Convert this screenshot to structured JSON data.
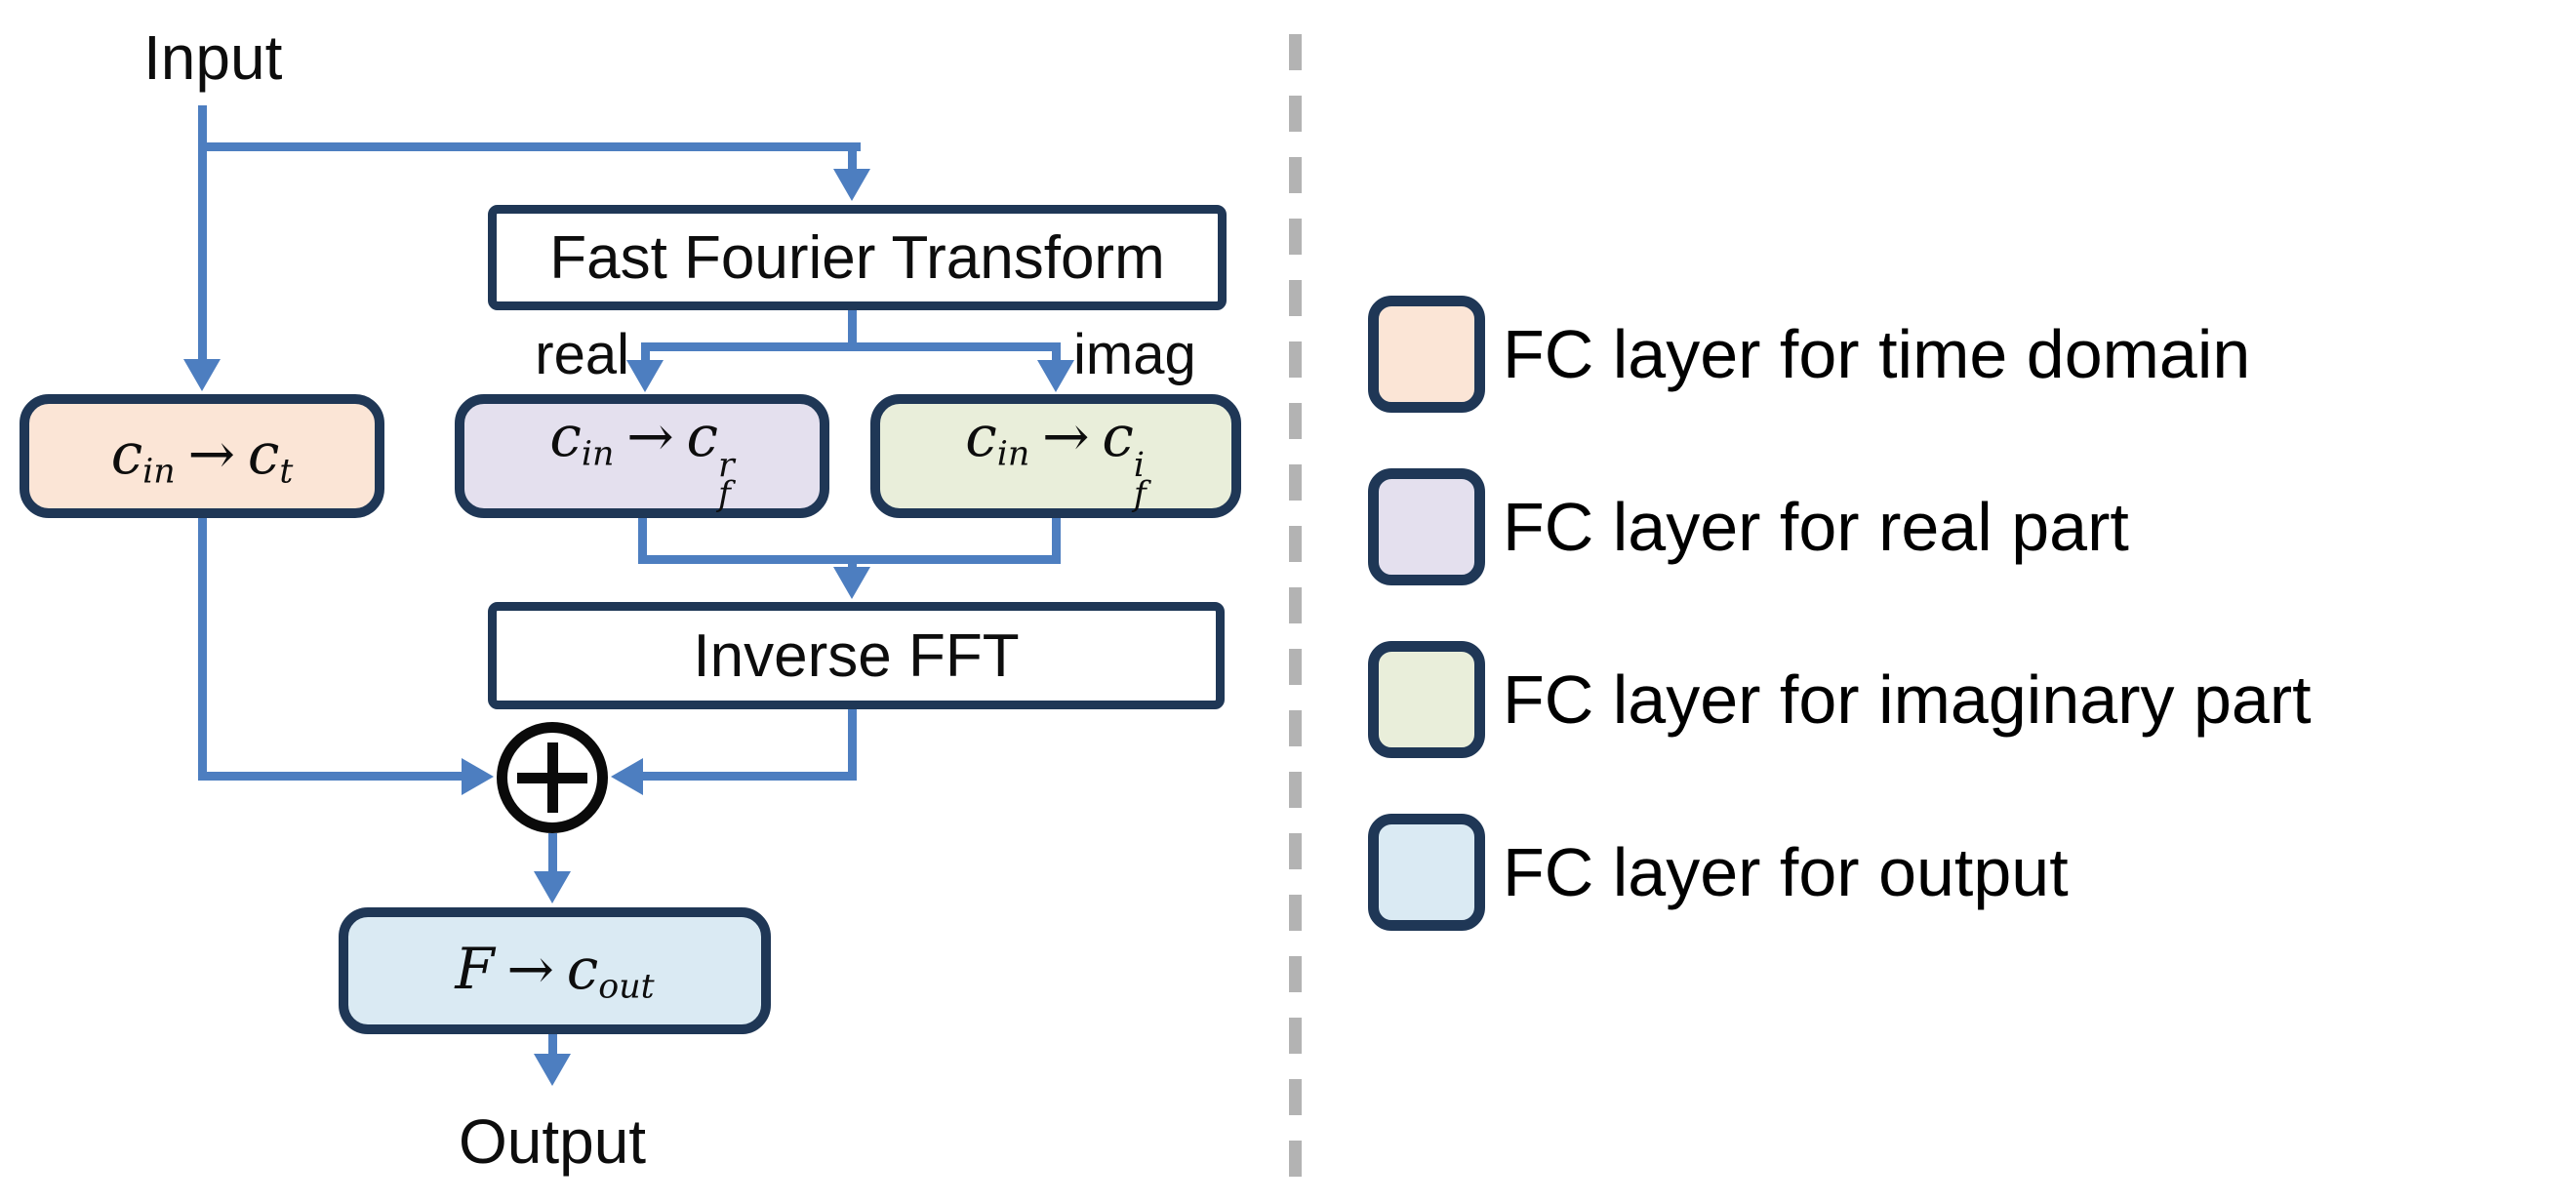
{
  "diagram": {
    "input_label": "Input",
    "output_label": "Output",
    "fft_label": "Fast Fourier Transform",
    "ifft_label": "Inverse FFT",
    "real_branch_label": "real",
    "imag_branch_label": "imag",
    "time_fc": {
      "base1": "c",
      "sub1": "in",
      "arrow": "→",
      "base2": "c",
      "sub2": "t"
    },
    "real_fc": {
      "base1": "c",
      "sub1": "in",
      "arrow": "→",
      "base2": "c",
      "sub2": "f",
      "sup2": "r"
    },
    "imag_fc": {
      "base1": "c",
      "sub1": "in",
      "arrow": "→",
      "base2": "c",
      "sub2": "f",
      "sup2": "i"
    },
    "out_fc": {
      "base1": "F",
      "arrow": "→",
      "base2": "c",
      "sub2": "out"
    },
    "sum_symbol": "+"
  },
  "legend": {
    "items": [
      {
        "label": "FC layer for time domain",
        "color": "#fbe5d6"
      },
      {
        "label": "FC layer for real part",
        "color": "#e4e0ee"
      },
      {
        "label": "FC layer for imaginary part",
        "color": "#e9eeda"
      },
      {
        "label": "FC layer for output",
        "color": "#daeaf3"
      }
    ]
  },
  "colors": {
    "time": "#fbe5d6",
    "real": "#e4e0ee",
    "imag": "#e9eeda",
    "output": "#daeaf3",
    "arrow": "#4d7ec0",
    "border": "#1f3756",
    "dash": "#b3b3b3"
  }
}
